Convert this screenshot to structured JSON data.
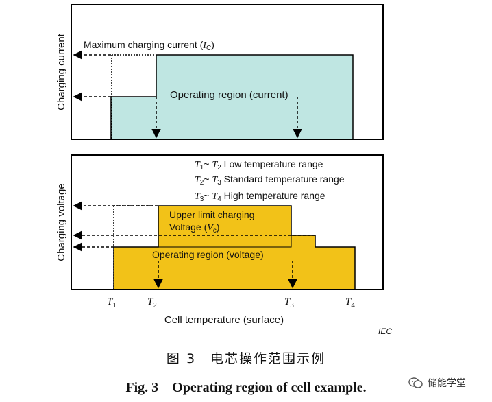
{
  "colors": {
    "current_fill": "#bfe6e2",
    "voltage_fill": "#f2c218",
    "frame": "#000000"
  },
  "top_panel": {
    "ylabel": "Charging current",
    "max_current_label": "Maximum charging current (",
    "max_current_symbol": "I",
    "max_current_sub": "C",
    "max_current_close": ")",
    "region_label": "Operating region (current)"
  },
  "bottom_panel": {
    "ylabel": "Charging voltage",
    "legend": [
      {
        "a": "T",
        "a_sub": "1",
        "sep": "~ ",
        "b": "T",
        "b_sub": "2",
        "text": "Low temperature range"
      },
      {
        "a": "T",
        "a_sub": "2",
        "sep": "~ ",
        "b": "T",
        "b_sub": "3",
        "text": "Standard temperature range"
      },
      {
        "a": "T",
        "a_sub": "3",
        "sep": "~ ",
        "b": "T",
        "b_sub": "4",
        "text": "High temperature range"
      }
    ],
    "upper_limit_line1": "Upper limit charging",
    "upper_limit_line2": "Voltage (",
    "upper_limit_symbol": "V",
    "upper_limit_sub": "c",
    "upper_limit_close": ")",
    "region_label": "Operating region  (voltage)"
  },
  "x_axis": {
    "ticks": [
      {
        "t": "T",
        "sub": "1"
      },
      {
        "t": "T",
        "sub": "2"
      },
      {
        "t": "T",
        "sub": "3"
      },
      {
        "t": "T",
        "sub": "4"
      }
    ],
    "xlabel": "Cell temperature (surface)"
  },
  "source_tag": "IEC",
  "caption_cn": "图 3　电芯操作范围示例",
  "caption_en": "Fig. 3　Operating region of cell example.",
  "watermark_text": "储能学堂"
}
